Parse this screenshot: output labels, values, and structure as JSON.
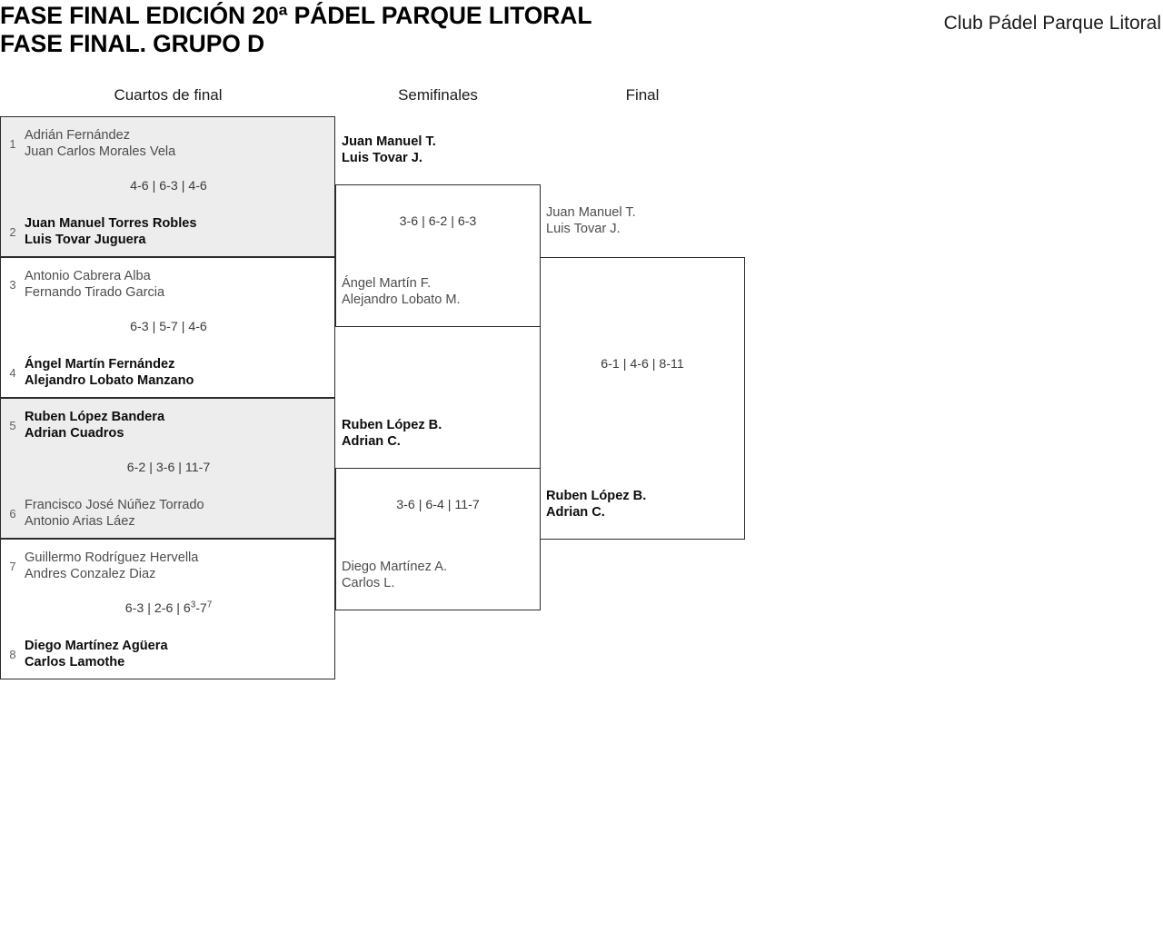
{
  "header": {
    "title_line1": "FASE FINAL EDICIÓN 20ª PÁDEL PARQUE LITORAL",
    "title_line2": "FASE FINAL. GRUPO D",
    "club": "Club Pádel Parque Litoral"
  },
  "rounds": {
    "quarterfinals_label": "Cuartos de final",
    "semifinals_label": "Semifinales",
    "final_label": "Final"
  },
  "quarterfinals": [
    {
      "score": "4-6 | 6-3 | 4-6",
      "top": {
        "seed": "1",
        "player1": "Adrián Fernández",
        "player2": "Juan Carlos Morales Vela",
        "result": "loser"
      },
      "bottom": {
        "seed": "2",
        "player1": "Juan Manuel Torres Robles",
        "player2": "Luis Tovar Juguera",
        "result": "winner"
      }
    },
    {
      "score": "6-3 | 5-7 | 4-6",
      "top": {
        "seed": "3",
        "player1": "Antonio Cabrera Alba",
        "player2": "Fernando Tirado Garcia",
        "result": "loser"
      },
      "bottom": {
        "seed": "4",
        "player1": "Ángel Martín Fernández",
        "player2": "Alejandro Lobato Manzano",
        "result": "winner"
      }
    },
    {
      "score": "6-2 | 3-6 | 11-7",
      "top": {
        "seed": "5",
        "player1": "Ruben López Bandera",
        "player2": "Adrian Cuadros",
        "result": "winner"
      },
      "bottom": {
        "seed": "6",
        "player1": "Francisco José Núñez Torrado",
        "player2": "Antonio Arias Láez",
        "result": "loser"
      }
    },
    {
      "score_html": "6-3 | 2-6 | 6<sup>3</sup>-7<sup>7</sup>",
      "score": "6-3 | 2-6 | 63-77",
      "top": {
        "seed": "7",
        "player1": "Guillermo Rodríguez Hervella",
        "player2": "Andres Conzalez Diaz",
        "result": "loser"
      },
      "bottom": {
        "seed": "8",
        "player1": "Diego Martínez Agüera",
        "player2": "Carlos Lamothe",
        "result": "winner"
      }
    }
  ],
  "semifinals": [
    {
      "score": "3-6 | 6-2 | 6-3",
      "top": {
        "player1": "Juan Manuel T.",
        "player2": "Luis Tovar J.",
        "result": "winner"
      },
      "bottom": {
        "player1": "Ángel Martín F.",
        "player2": "Alejandro Lobato M.",
        "result": "loser"
      }
    },
    {
      "score": "3-6 | 6-4 | 11-7",
      "top": {
        "player1": "Ruben López B.",
        "player2": "Adrian C.",
        "result": "winner"
      },
      "bottom": {
        "player1": "Diego Martínez A.",
        "player2": "Carlos L.",
        "result": "loser"
      }
    }
  ],
  "final": {
    "score": "6-1 | 4-6 | 8-11",
    "top": {
      "player1": "Juan Manuel T.",
      "player2": "Luis Tovar J.",
      "result": "loser"
    },
    "bottom": {
      "player1": "Ruben López B.",
      "player2": "Adrian C.",
      "result": "winner"
    }
  },
  "colors": {
    "shaded_row": "#ededed",
    "border": "#2b2b2b",
    "winner_text": "#0d0d0d",
    "loser_text": "#4d4d4d",
    "score_text": "#3a3a3a",
    "seed_text": "#606060"
  }
}
